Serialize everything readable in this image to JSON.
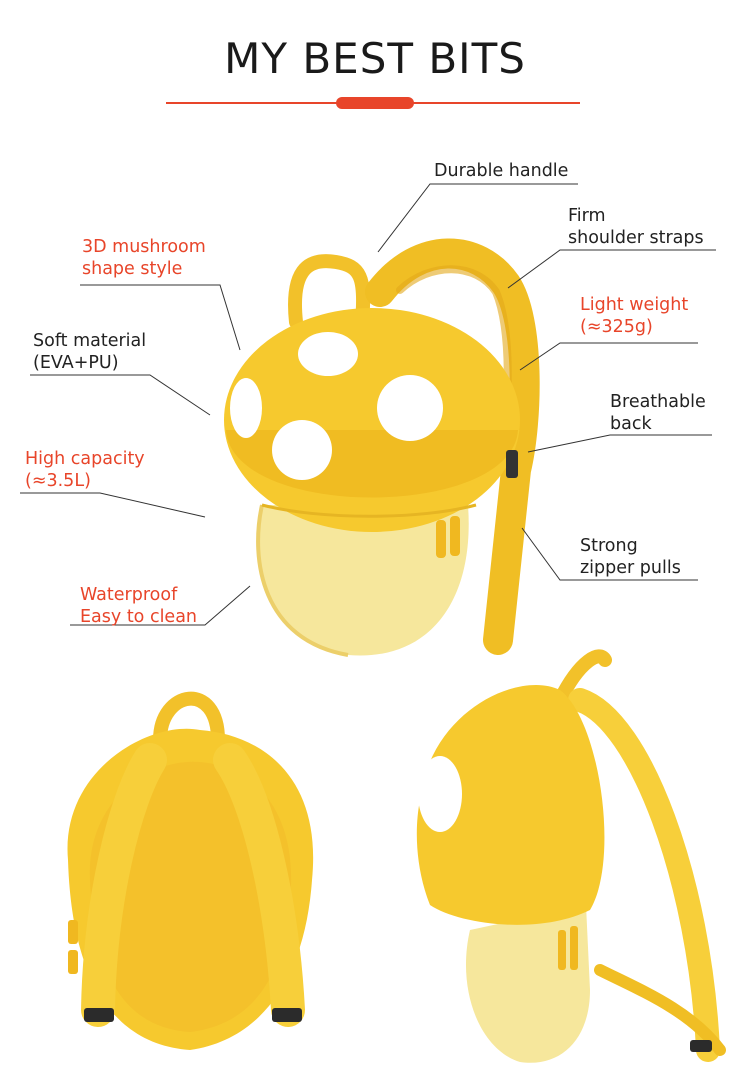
{
  "header": {
    "title": "MY BEST BITS"
  },
  "colors": {
    "accent": "#e8452a",
    "bag_yellow": "#f6c92e",
    "bag_cream": "#f6e79c"
  },
  "callouts": {
    "durable_handle": {
      "line1": "Durable handle"
    },
    "shoulder_straps": {
      "line1": "Firm",
      "line2": "shoulder straps"
    },
    "mushroom_shape": {
      "line1": "3D mushroom",
      "line2": "shape style"
    },
    "light_weight": {
      "line1": "Light weight",
      "line2": "(≈325g)"
    },
    "soft_material": {
      "line1": "Soft material",
      "line2": "(EVA+PU)"
    },
    "breathable_back": {
      "line1": "Breathable",
      "line2": "back"
    },
    "high_capacity": {
      "line1": "High capacity",
      "line2": "(≈3.5L)"
    },
    "zipper_pulls": {
      "line1": "Strong",
      "line2": "zipper pulls"
    },
    "waterproof": {
      "line1": "Waterproof",
      "line2": "Easy to clean"
    }
  }
}
